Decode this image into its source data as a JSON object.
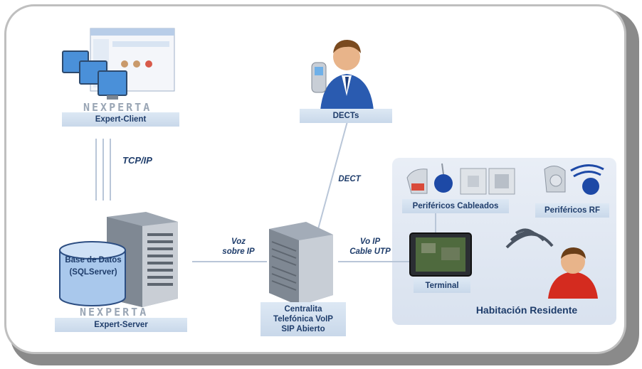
{
  "nodes": {
    "client": "Expert-Client",
    "server": "Expert-Server",
    "dects": "DECTs",
    "pbx_line1": "Centralita",
    "pbx_line2": "Telefónica VoIP",
    "pbx_line3": "SIP Abierto",
    "wired": "Periféricos Cableados",
    "rf": "Periféricos RF",
    "terminal": "Terminal",
    "room": "Habitación Residente",
    "db_line1": "Base de Datos",
    "db_line2": "(SQLServer)"
  },
  "brand": "NEXPERTA",
  "links": {
    "tcp": "TCP/IP",
    "dect": "DECT",
    "voz1": "Voz",
    "voz2": "sobre  IP",
    "voip1": "Vo IP",
    "voip2": "Cable UTP"
  },
  "colors": {
    "label_text": "#1f3d6b",
    "label_bg": "#d3e0ee",
    "accent_blue": "#1a4fa8"
  }
}
